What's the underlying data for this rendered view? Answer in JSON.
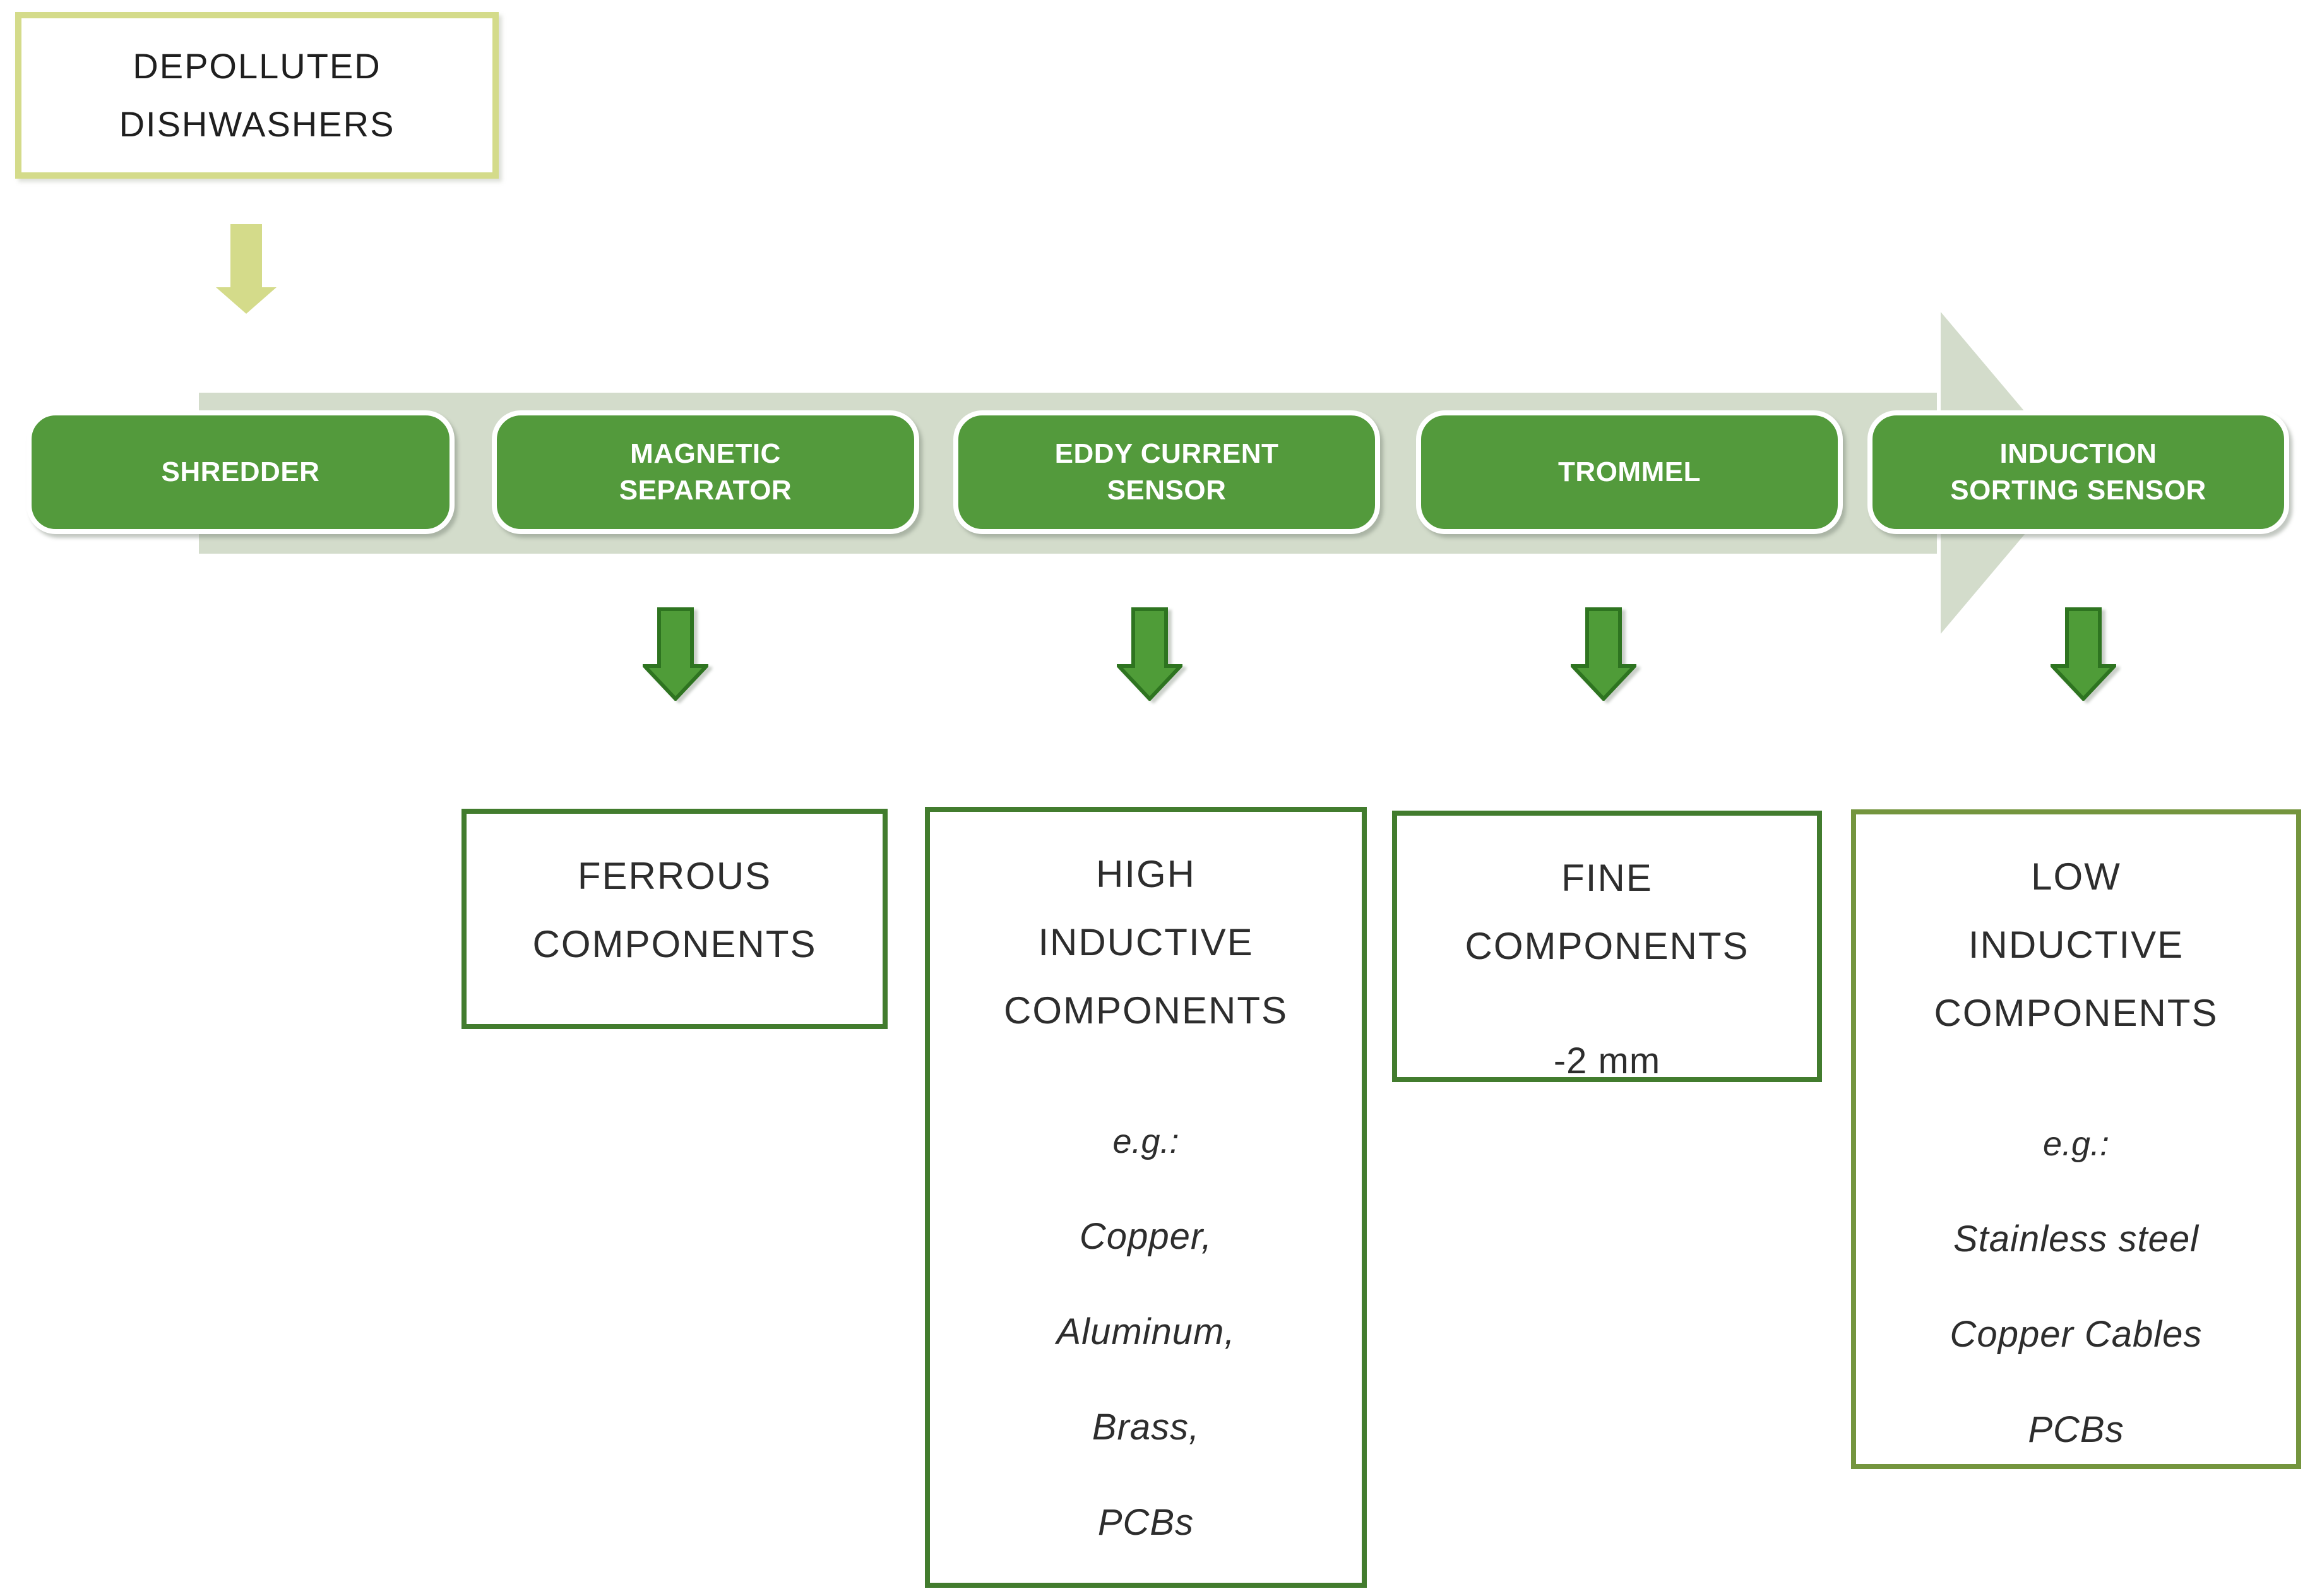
{
  "source_box": {
    "lines": [
      "DEPOLLUTED",
      "DISHWASHERS"
    ]
  },
  "process_steps": [
    {
      "label_lines": [
        "SHREDDER"
      ]
    },
    {
      "label_lines": [
        "MAGNETIC",
        "SEPARATOR"
      ]
    },
    {
      "label_lines": [
        "EDDY CURRENT",
        "SENSOR"
      ]
    },
    {
      "label_lines": [
        "TROMMEL"
      ]
    },
    {
      "label_lines": [
        "INDUCTION",
        "SORTING SENSOR"
      ]
    }
  ],
  "outputs": [
    {
      "title_lines": [
        "FERROUS",
        "COMPONENTS"
      ]
    },
    {
      "title_lines": [
        "HIGH",
        "INDUCTIVE",
        "COMPONENTS"
      ],
      "example_label": "e.g.:",
      "items": [
        "Copper,",
        "Aluminum,",
        "Brass,",
        "PCBs"
      ]
    },
    {
      "title_lines": [
        "FINE",
        "COMPONENTS"
      ],
      "size_label": "-2 mm"
    },
    {
      "title_lines": [
        "LOW",
        "INDUCTIVE",
        "COMPONENTS"
      ],
      "example_label": "e.g.:",
      "items": [
        "Stainless steel",
        "Copper Cables",
        "PCBs"
      ]
    }
  ],
  "colors": {
    "step_fill_green": "#539a3c",
    "band_light_green": "#d3dccb",
    "source_yellow_green": "#d4db8a",
    "dark_arrow_fill": "#4f9c38",
    "dark_arrow_border": "#2e7420",
    "output_outline_green": "#427c2e",
    "output_outline_olive": "#74953e",
    "step_text": "#ffffff",
    "body_text": "#2d2d2d"
  }
}
